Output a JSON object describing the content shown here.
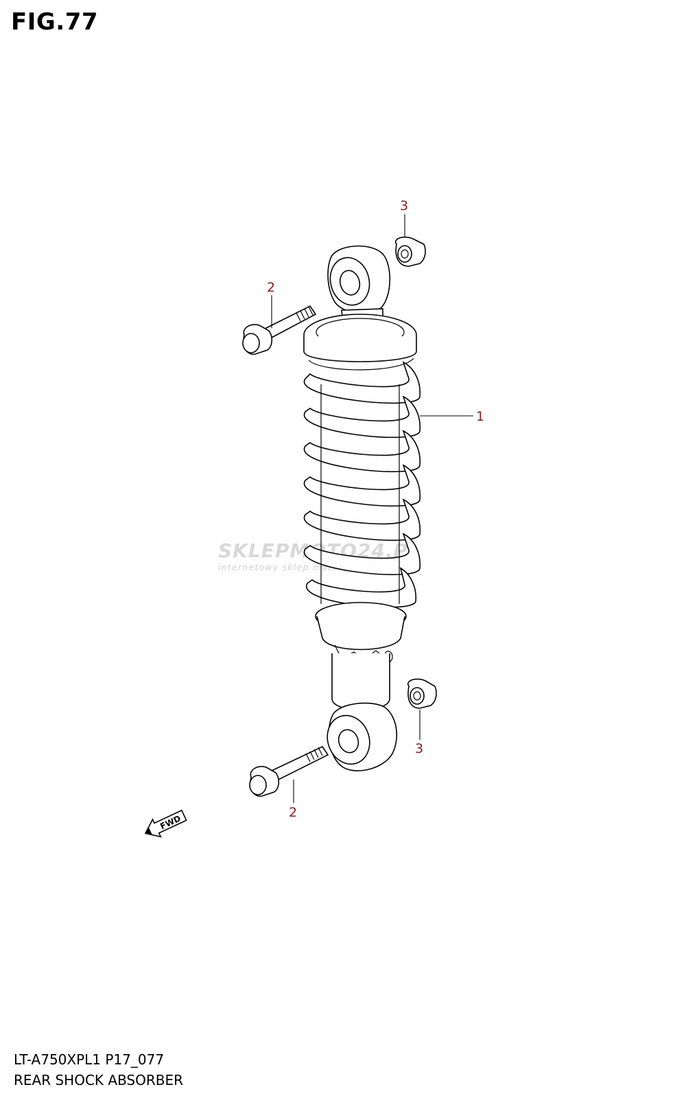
{
  "figure": {
    "title": "FIG.77",
    "model_code": "LT-A750XPL1 P17_077",
    "section_name": "REAR SHOCK ABSORBER"
  },
  "callouts": [
    {
      "id": "c1",
      "label": "1"
    },
    {
      "id": "c2-top",
      "label": "2"
    },
    {
      "id": "c2-bottom",
      "label": "2"
    },
    {
      "id": "c3-top",
      "label": "3"
    },
    {
      "id": "c3-bottom",
      "label": "3"
    }
  ],
  "fwd_arrow": {
    "label": "FWD"
  },
  "watermark": {
    "main": "SKLEPMOTO24.PL",
    "sub": "internetowy sklep motocyklowy"
  },
  "colors": {
    "callout_text": "#8b1a1a",
    "line": "#000000",
    "watermark": "#d8d8d8"
  }
}
